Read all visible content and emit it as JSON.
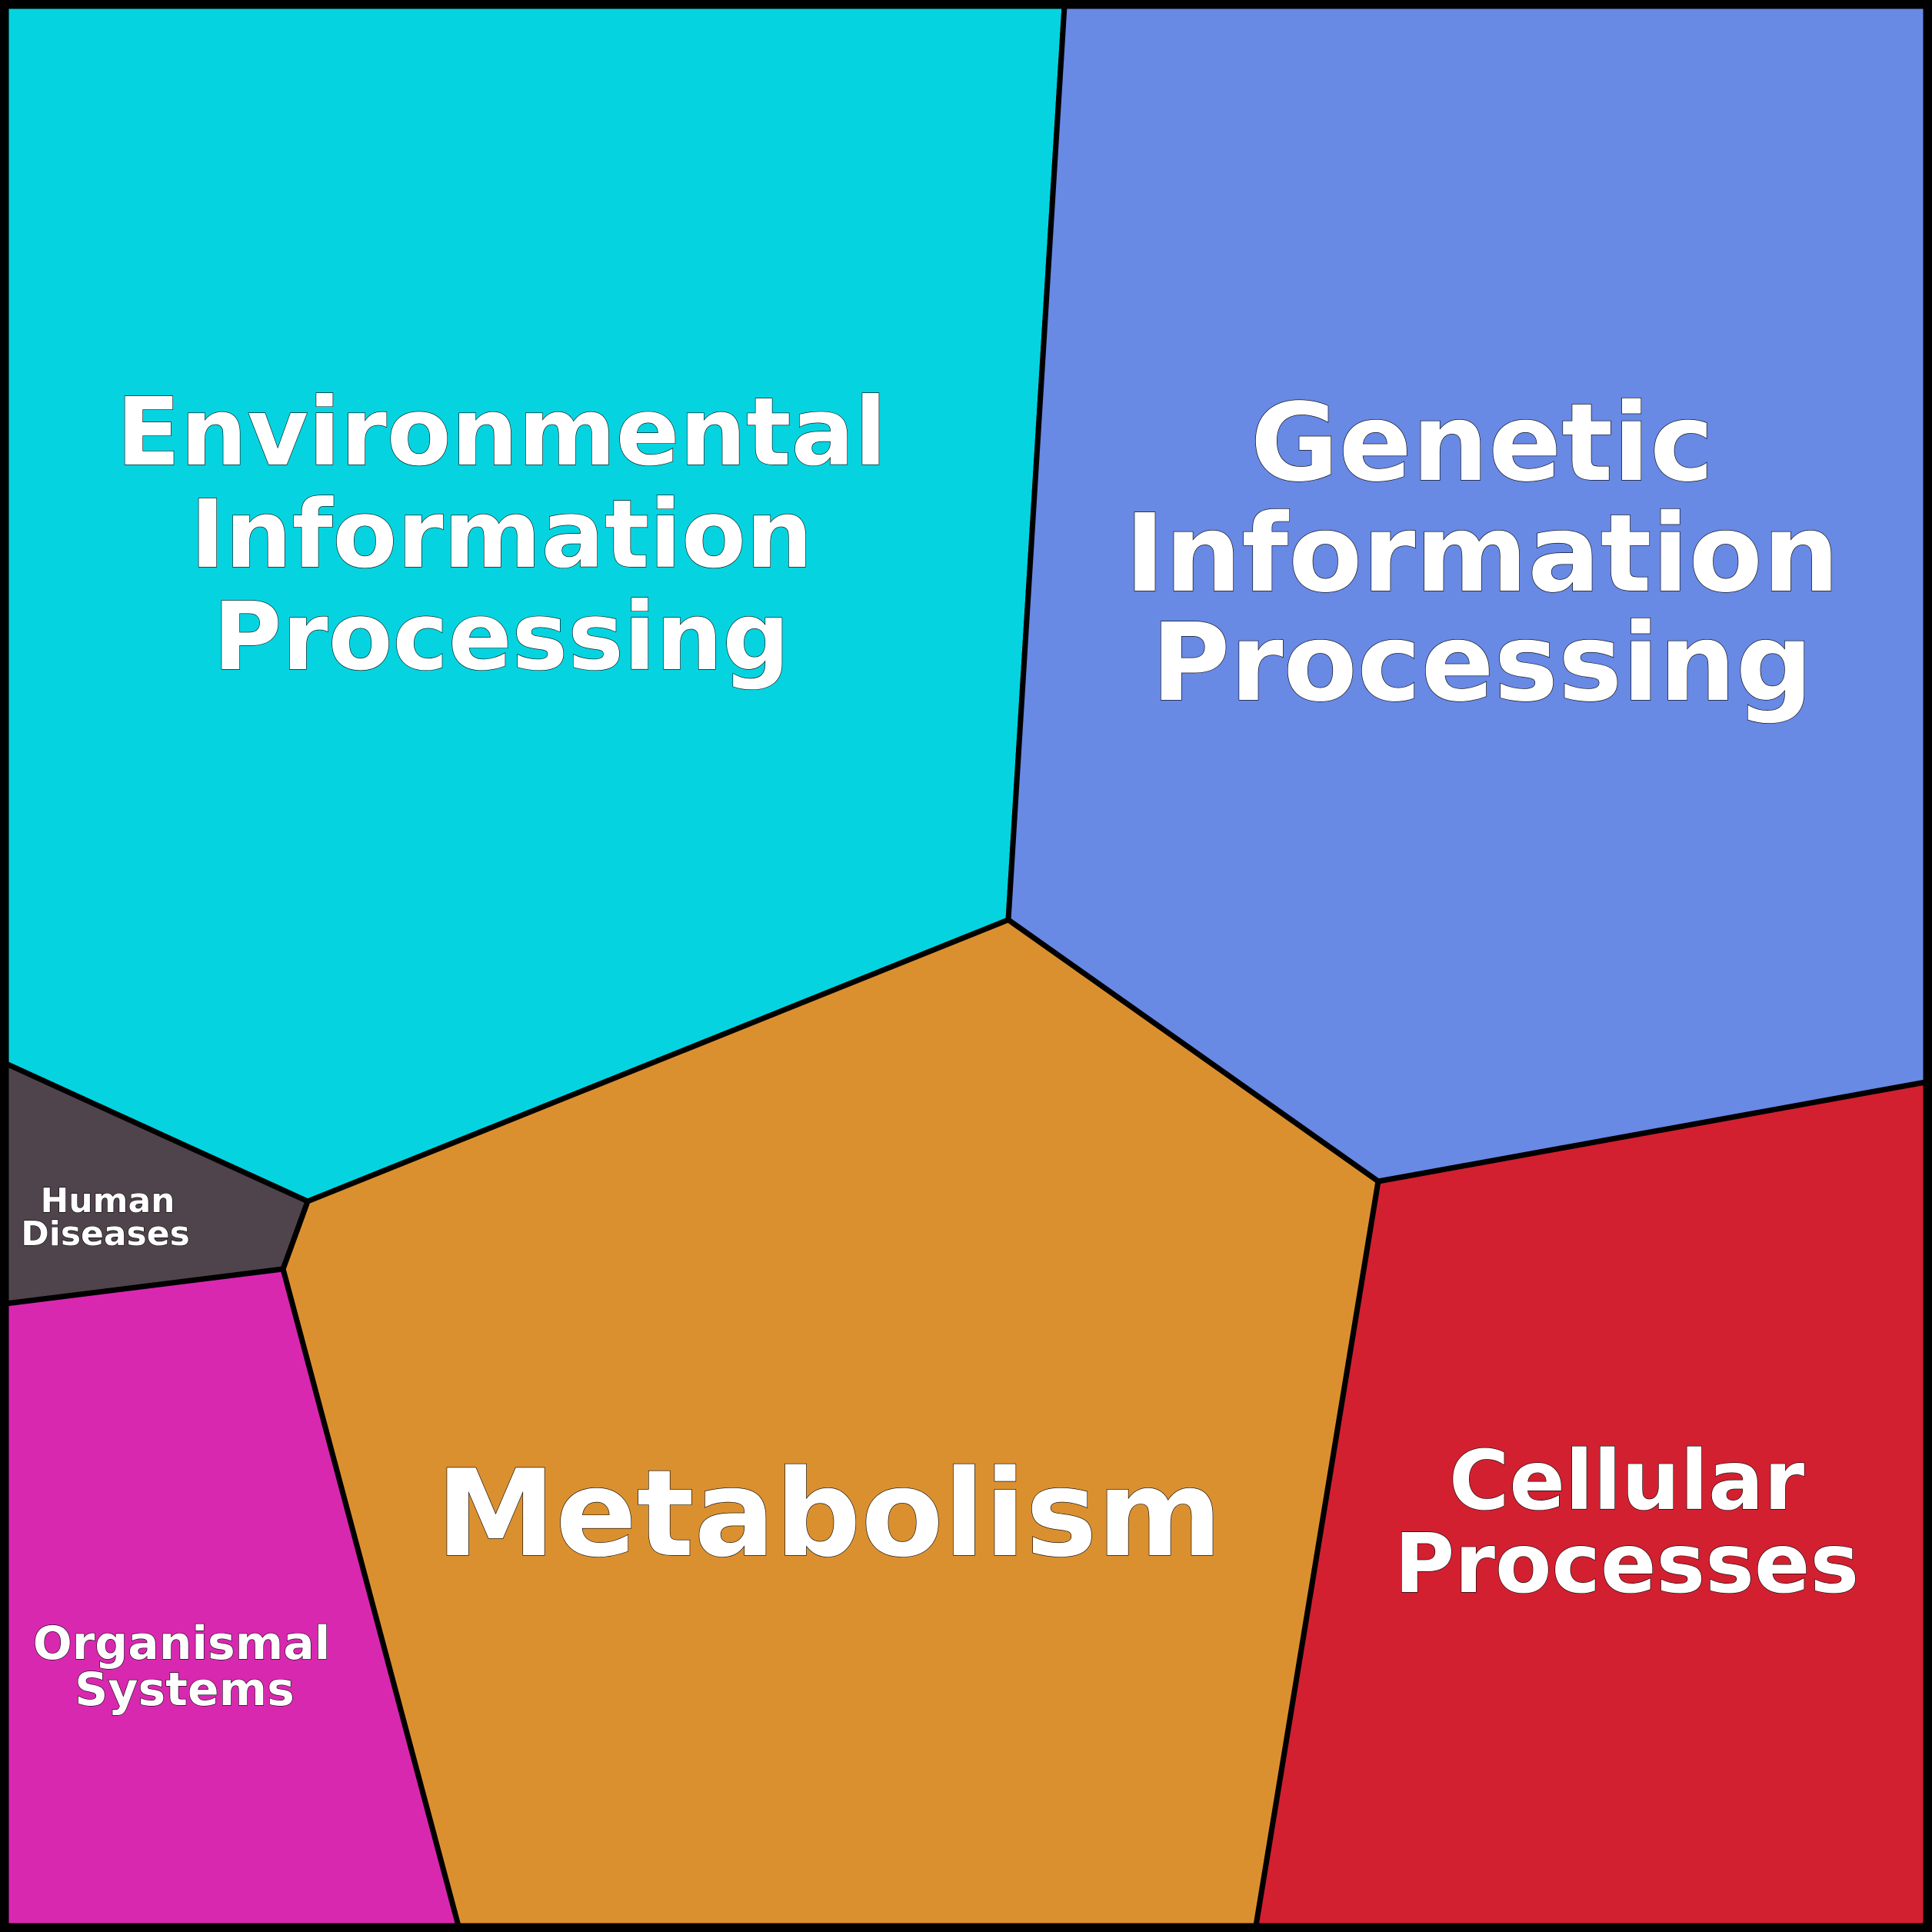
{
  "diagram": {
    "type": "voronoi-treemap",
    "cells": [
      {
        "id": "env",
        "lines": [
          "Environmental",
          "Information",
          "Processing"
        ],
        "color": "#05D4E0"
      },
      {
        "id": "gen",
        "lines": [
          "Genetic",
          "Information",
          "Processing"
        ],
        "color": "#6889E4"
      },
      {
        "id": "met",
        "lines": [
          "Metabolism"
        ],
        "color": "#DB9030"
      },
      {
        "id": "cell",
        "lines": [
          "Cellular",
          "Processes"
        ],
        "color": "#D22030"
      },
      {
        "id": "hum",
        "lines": [
          "Human",
          "Diseases"
        ],
        "color": "#4F444C"
      },
      {
        "id": "org",
        "lines": [
          "Organismal",
          "Systems"
        ],
        "color": "#D928B0"
      }
    ]
  }
}
